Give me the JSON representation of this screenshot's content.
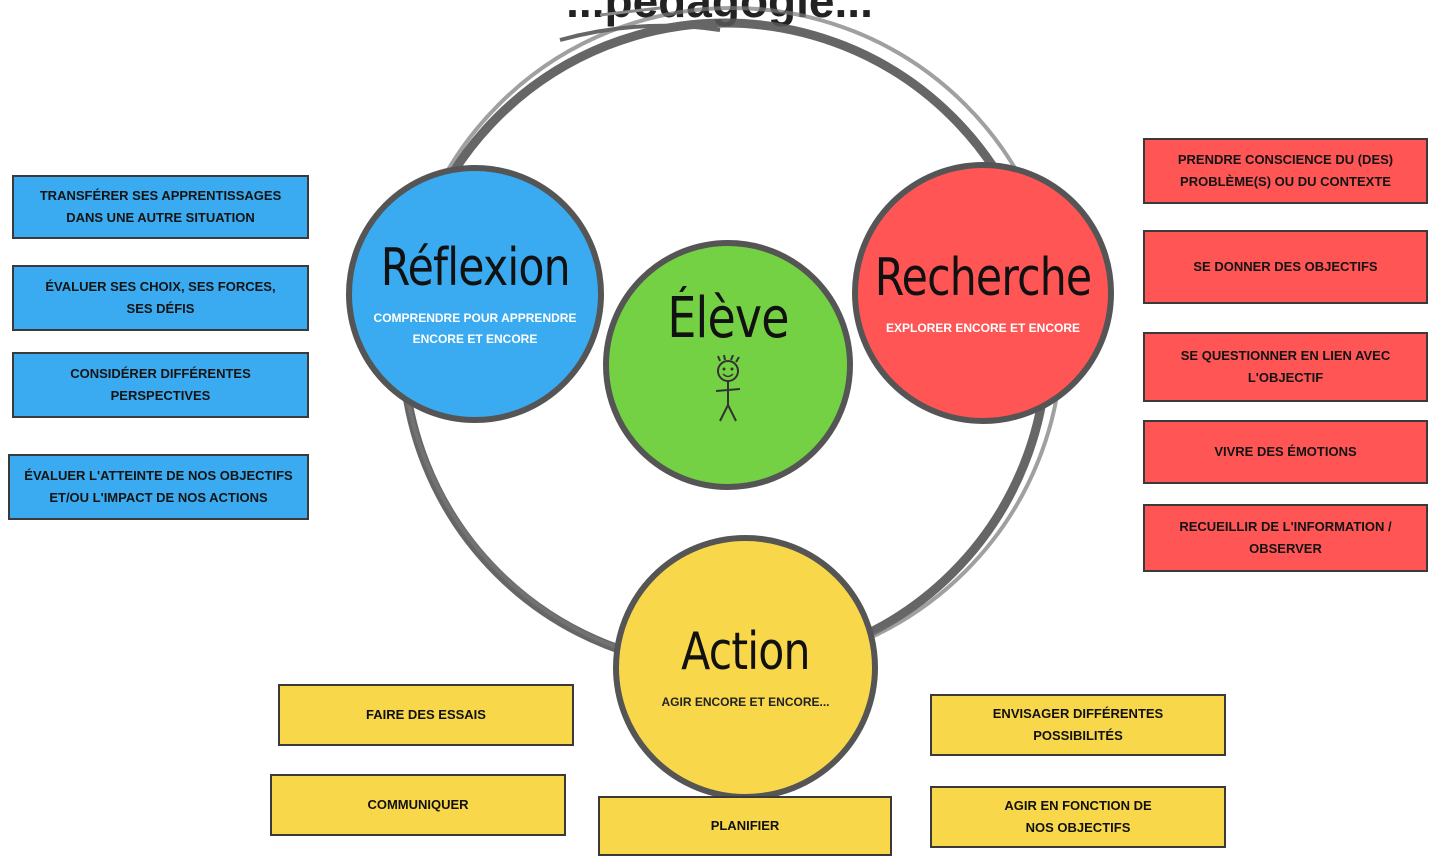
{
  "title": "...pédagogie...",
  "center": {
    "name": "Élève",
    "figure": "stick-figure-icon"
  },
  "circles": {
    "reflexion": {
      "name": "Réflexion",
      "sub": "COMPRENDRE POUR APPRENDRE\nENCORE ET ENCORE",
      "color": "#3aabf0"
    },
    "recherche": {
      "name": "Recherche",
      "sub": "EXPLORER ENCORE ET ENCORE",
      "color": "#ff5555"
    },
    "action": {
      "name": "Action",
      "sub": "AGIR ENCORE ET ENCORE...",
      "color": "#f8d84a"
    },
    "eleve_color": "#74d143"
  },
  "reflexion_boxes": [
    "TRANSFÉRER SES APPRENTISSAGES\nDANS UNE AUTRE SITUATION",
    "ÉVALUER SES CHOIX, SES FORCES,\nSES DÉFIS",
    "CONSIDÉRER DIFFÉRENTES\nPERSPECTIVES",
    "ÉVALUER L'ATTEINTE DE NOS OBJECTIFS\nET/OU L'IMPACT DE NOS ACTIONS"
  ],
  "recherche_boxes": [
    "PRENDRE CONSCIENCE DU (DES)\nPROBLÈME(S) OU DU CONTEXTE",
    "SE DONNER DES OBJECTIFS",
    "SE QUESTIONNER EN LIEN AVEC\nL'OBJECTIF",
    "VIVRE DES ÉMOTIONS",
    "RECUEILLIR DE L'INFORMATION /\nOBSERVER"
  ],
  "action_boxes": {
    "faire_essais": "FAIRE DES ESSAIS",
    "communiquer": "COMMUNIQUER",
    "planifier": "PLANIFIER",
    "envisager": "ENVISAGER DIFFÉRENTES\nPOSSIBILITÉS",
    "agir_fonction": "AGIR EN FONCTION DE\nNOS OBJECTIFS"
  }
}
